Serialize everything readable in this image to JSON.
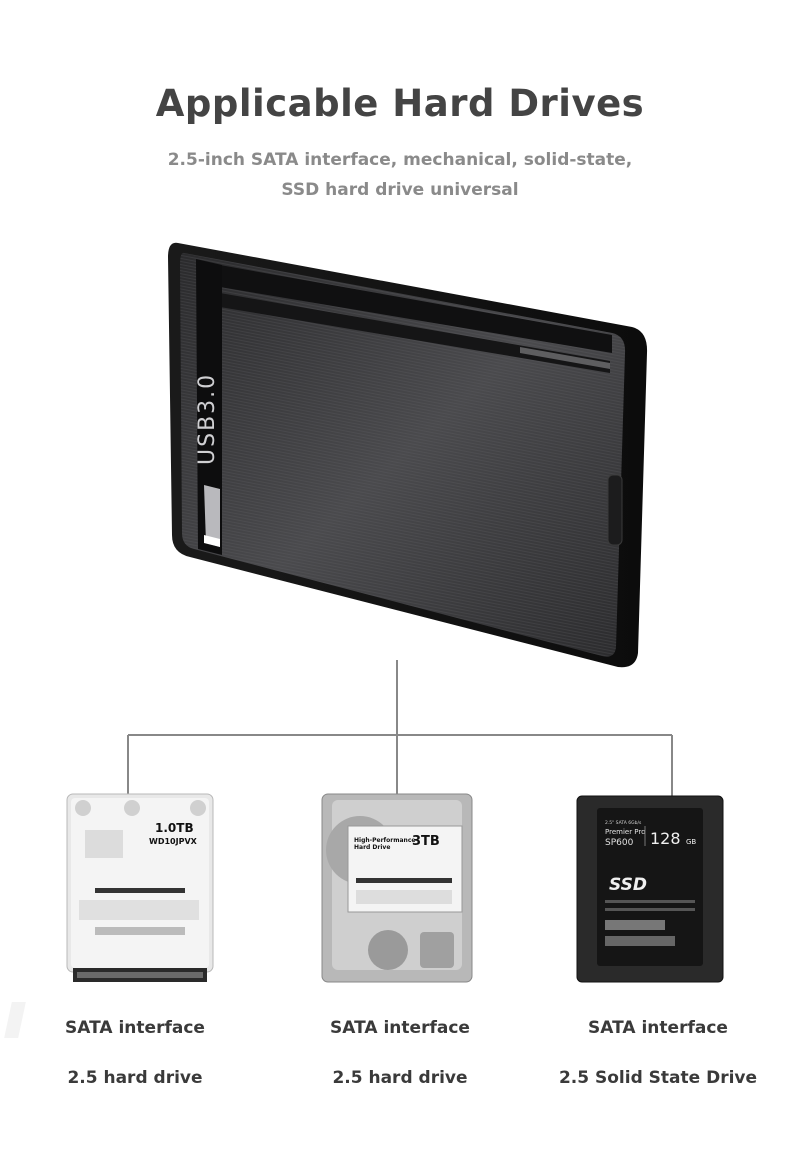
{
  "heading": {
    "title": "Applicable Hard Drives",
    "subtitle_line1": "2.5-inch SATA interface, mechanical, solid-state,",
    "subtitle_line2": "SSD hard drive universal"
  },
  "enclosure": {
    "label": "USB3.0"
  },
  "drives": [
    {
      "capacity": "1.0TB",
      "model": "WD10JPVX",
      "interface_label": "SATA interface",
      "type_label": "2.5 hard drive"
    },
    {
      "capacity": "3TB",
      "line1": "High-Performance",
      "line2": "Hard Drive",
      "interface_label": "SATA interface",
      "type_label": "2.5 hard drive"
    },
    {
      "capacity": "128",
      "unit": "GB",
      "small": "2.5\" SATA 6Gb/s",
      "brand": "Premier Pro",
      "model": "SP600",
      "ssd": "SSD",
      "interface_label": "SATA interface",
      "type_label": "2.5 Solid State Drive"
    }
  ],
  "colors": {
    "title": "#444444",
    "subtitle": "#8a8a8a",
    "label": "#3a3a3a",
    "connector": "#888888"
  }
}
